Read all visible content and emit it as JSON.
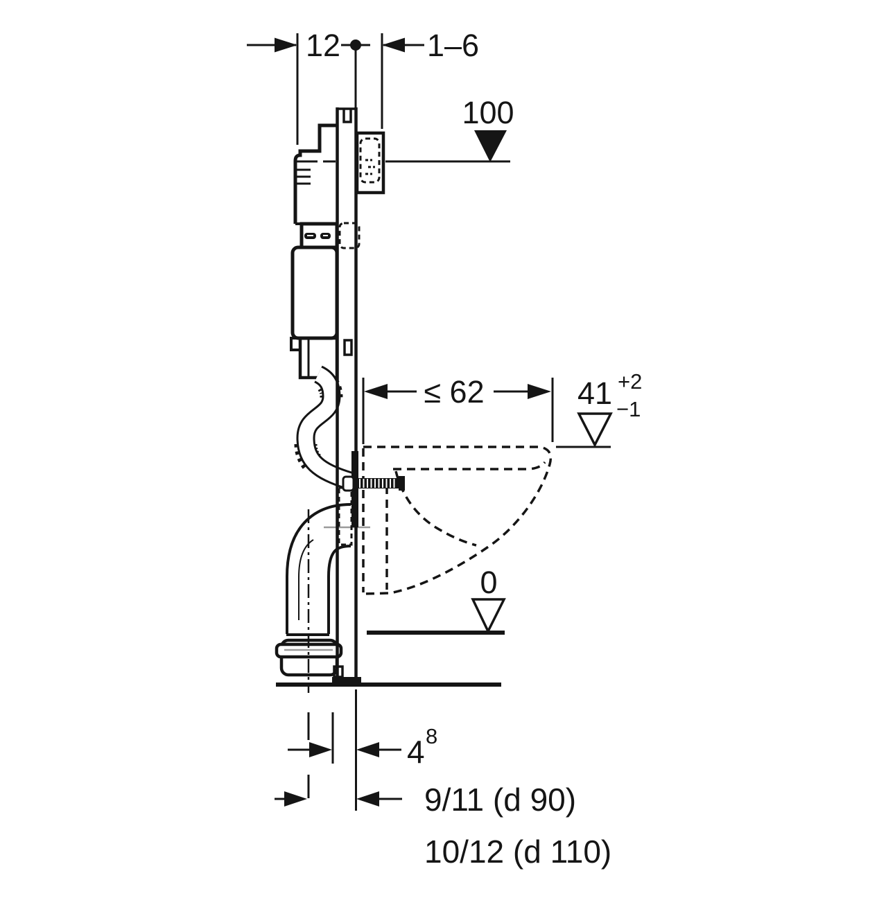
{
  "diagram": {
    "title": "wall-hung-wc-installation-frame-side-view",
    "dims": {
      "frame_depth": "12",
      "wall_finish_range": "1–6",
      "actuator_level": "100",
      "pan_depth_max": "≤ 62",
      "seat_height": "41",
      "seat_tol_plus": "+2",
      "seat_tol_minus": "−1",
      "floor_level": "0",
      "outlet_offset": "4",
      "outlet_offset_sup": "8",
      "outlet_height_d90": "9/11 (d 90)",
      "outlet_height_d110": "10/12 (d 110)"
    },
    "colors": {
      "line": "#151515",
      "gray": "#9a9a9a",
      "background": "#ffffff"
    }
  }
}
